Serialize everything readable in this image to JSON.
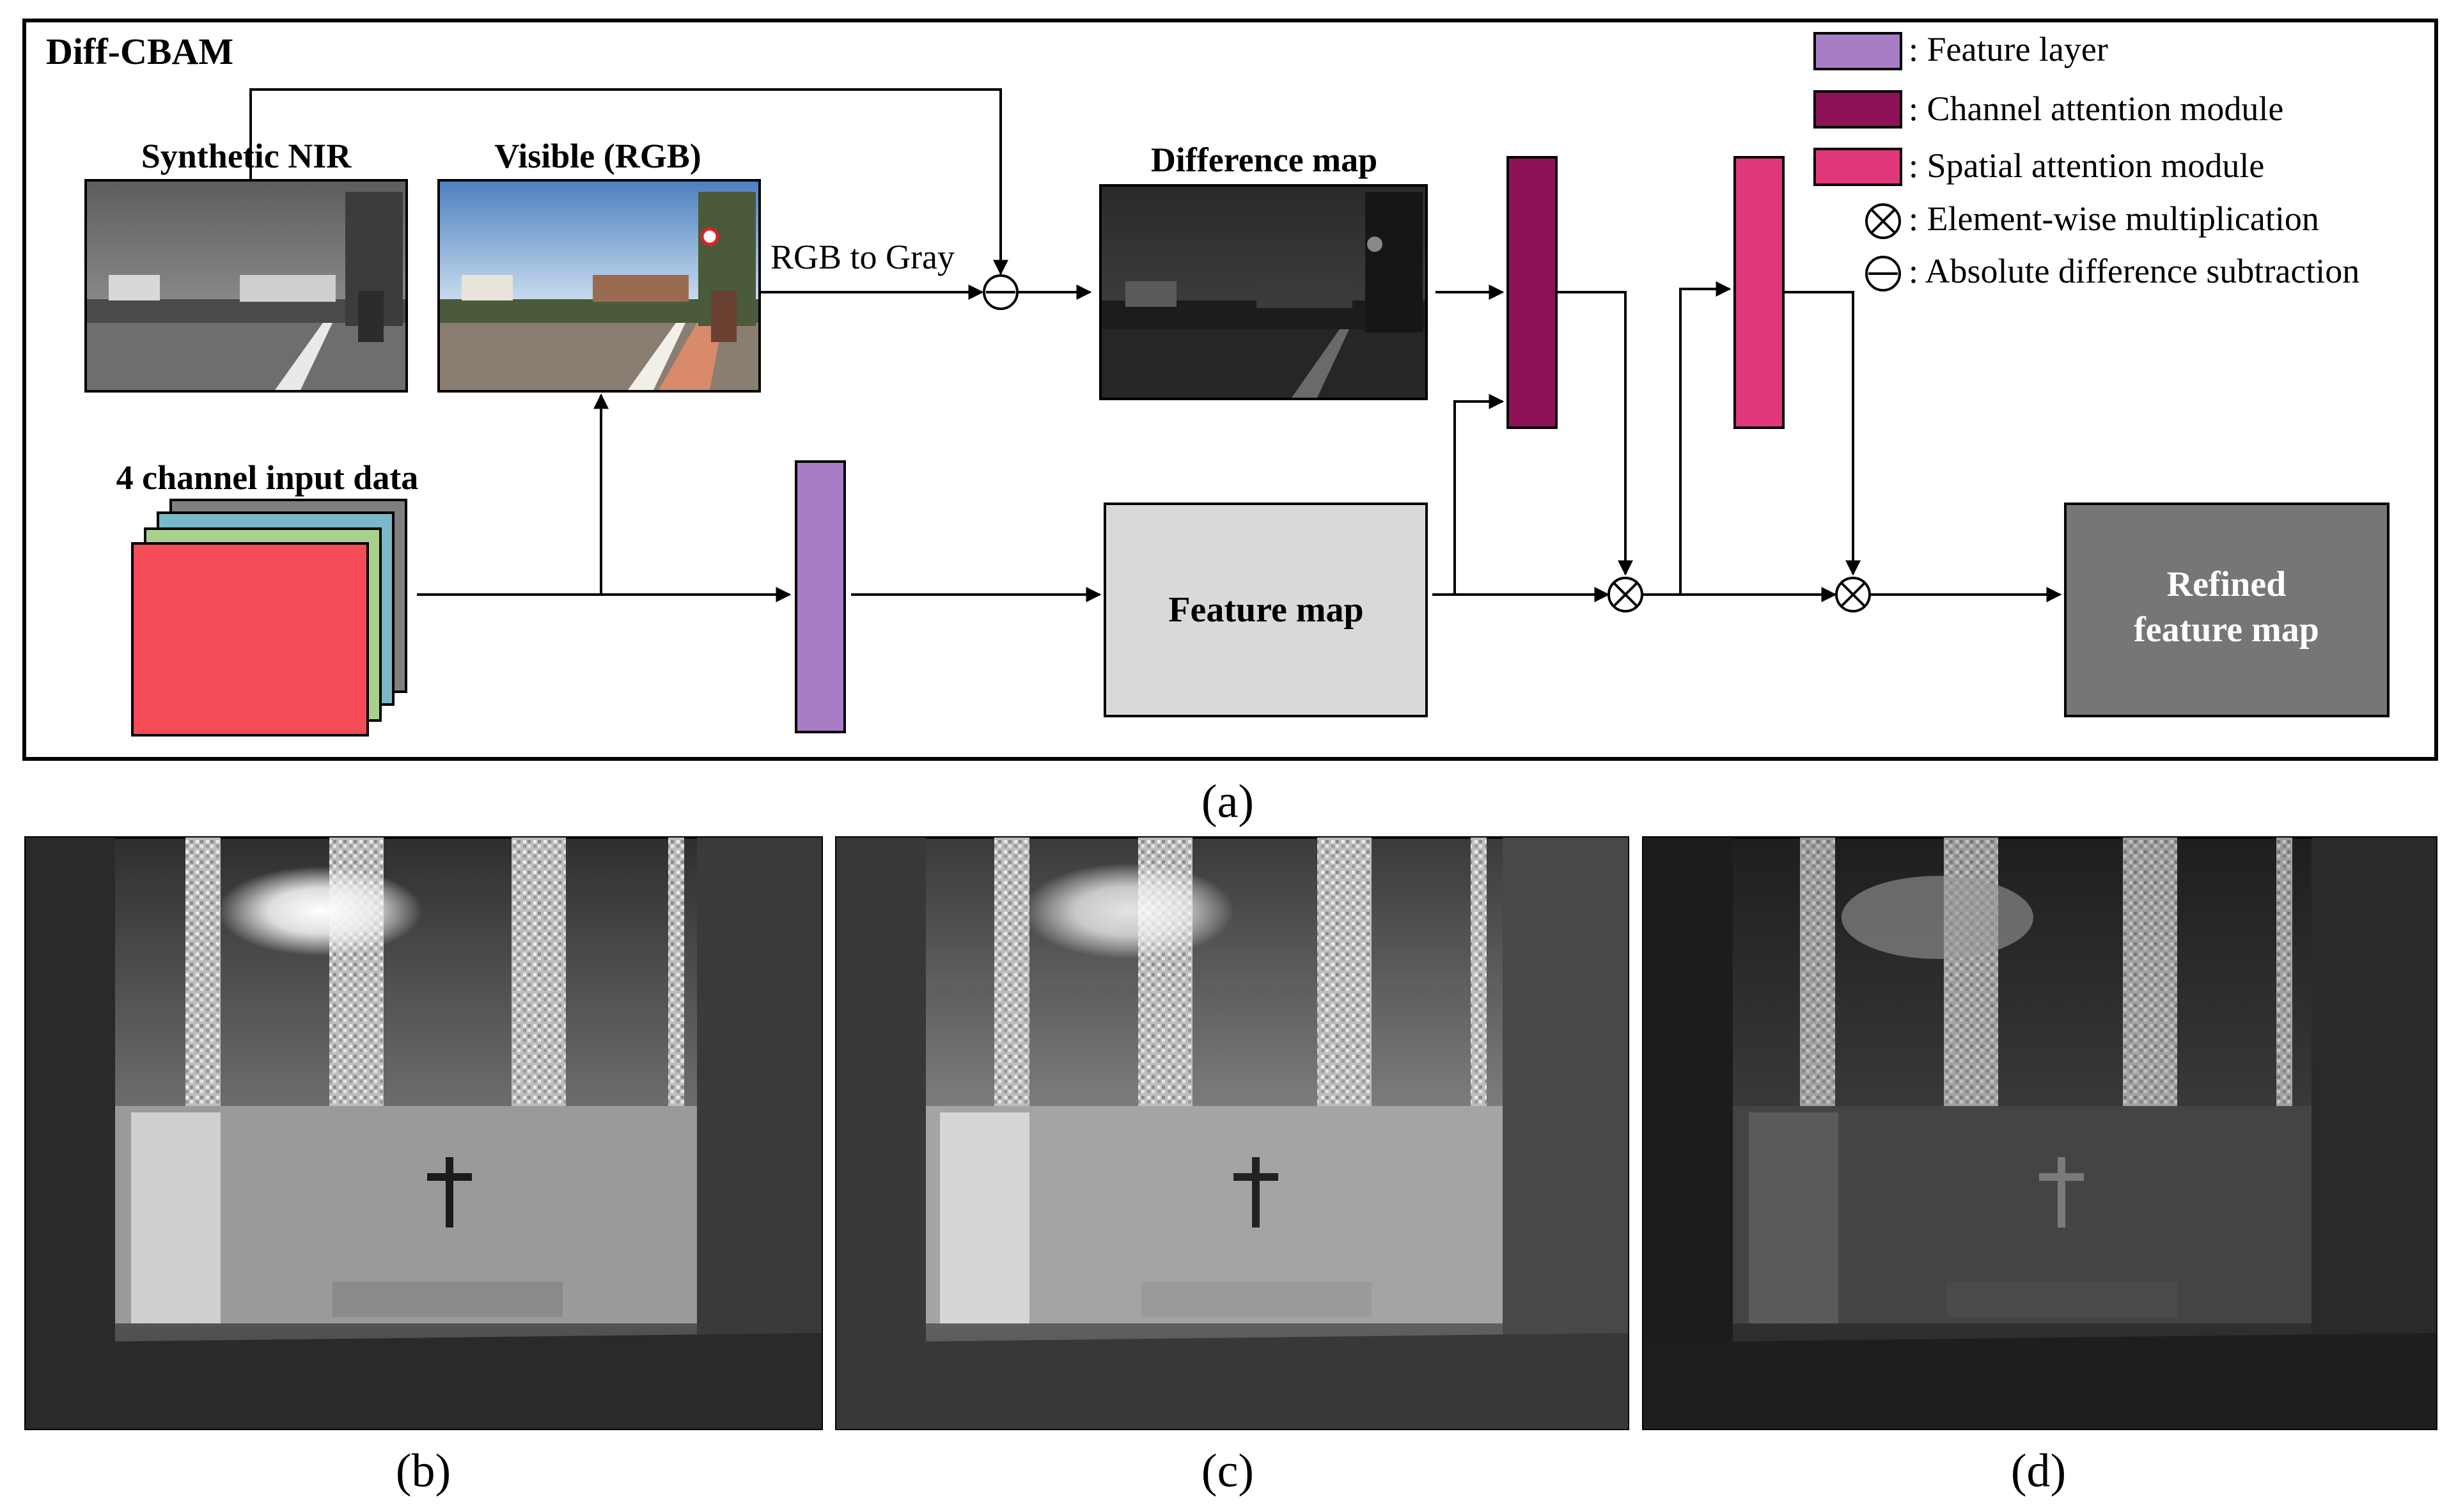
{
  "panel_a": {
    "title": "Diff-CBAM",
    "synthetic_nir_label": "Synthetic NIR",
    "visible_label": "Visible (RGB)",
    "rgb_to_gray_label": "RGB to Gray",
    "difference_map_label": "Difference map",
    "input_label": "4 channel input data",
    "feature_map_label": "Feature map",
    "refined_label_line1": "Refined",
    "refined_label_line2": "feature map",
    "caption": "(a)"
  },
  "legend": {
    "feature_layer": ": Feature layer",
    "channel_attention": ": Channel attention module",
    "spatial_attention": ": Spatial attention module",
    "elementwise_mult": ": Element-wise multiplication",
    "abs_diff_sub": ": Absolute difference subtraction"
  },
  "panels": {
    "caption_b": "(b)",
    "caption_c": "(c)",
    "caption_d": "(d)"
  },
  "colors": {
    "feature_layer": "#A77DC5",
    "channel_attention": "#8E1258",
    "spatial_attention": "#E0387A",
    "feature_map_fill": "#D9D9D9",
    "refined_fill": "#767676",
    "input_red": "#F54B57",
    "input_green": "#A9D18E",
    "input_blue": "#79B7C9",
    "input_gray": "#7F7F7F"
  }
}
